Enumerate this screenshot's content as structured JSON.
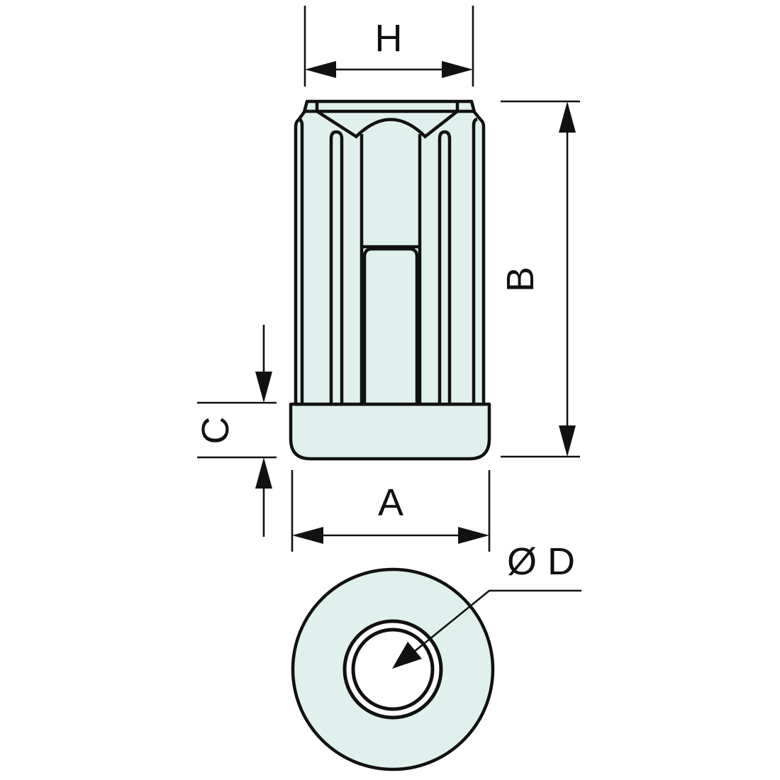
{
  "colors": {
    "line": "#111111",
    "fill": "#dff0ed",
    "background": "#ffffff"
  },
  "dimensions": {
    "h": {
      "label": "H"
    },
    "b": {
      "label": "B"
    },
    "c": {
      "label": "C"
    },
    "a": {
      "label": "A"
    },
    "d": {
      "label": "Ø D"
    }
  }
}
